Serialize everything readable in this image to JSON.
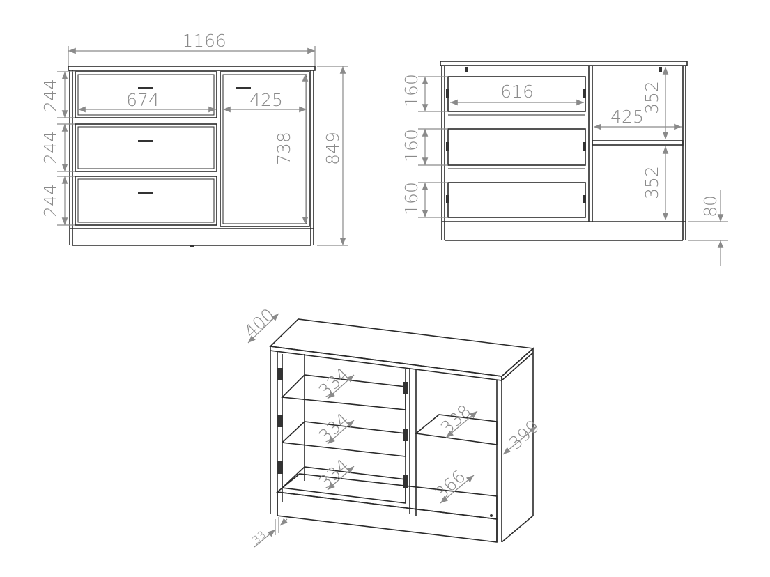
{
  "front_view": {
    "width": "1166",
    "drawer_heights": [
      "244",
      "244",
      "244"
    ],
    "drawer_width": "674",
    "door_width": "425",
    "door_height": "738",
    "total_height": "849"
  },
  "back_view": {
    "drawer_inner_width": "616",
    "drawer_inner_heights": [
      "160",
      "160",
      "160"
    ],
    "compartment_width": "425",
    "compartment_heights": [
      "352",
      "352"
    ],
    "plinth_height": "80"
  },
  "isometric_view": {
    "depth": "400",
    "drawer_depths": [
      "334",
      "334",
      "334"
    ],
    "shelf_depth": "338",
    "bottom_depth": "366",
    "side_depth": "399",
    "front_offset": "33"
  },
  "colors": {
    "line": "#2a2a2a",
    "dimension": "#8a8a8a"
  }
}
